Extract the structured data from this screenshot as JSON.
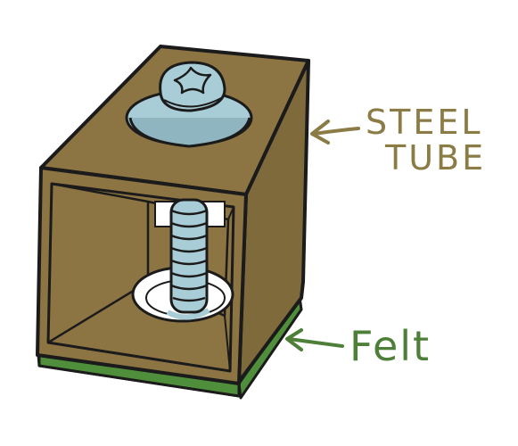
{
  "labels": {
    "steel_tube_line1": "STEEL",
    "steel_tube_line2": "TUBE",
    "felt": "Felt"
  },
  "colors": {
    "tube": "#8c7443",
    "tube_dark": "#7a6336",
    "outline": "#1b1b1b",
    "felt": "#4f8f3b",
    "screw": "#a9cdd6",
    "screw_shadow": "#8fb6c0",
    "steel_label": "#8b7b45",
    "felt_label": "#4e7f38"
  },
  "icons": {
    "steel_arrow": "left-arrow-icon",
    "felt_arrow": "left-arrow-icon"
  }
}
